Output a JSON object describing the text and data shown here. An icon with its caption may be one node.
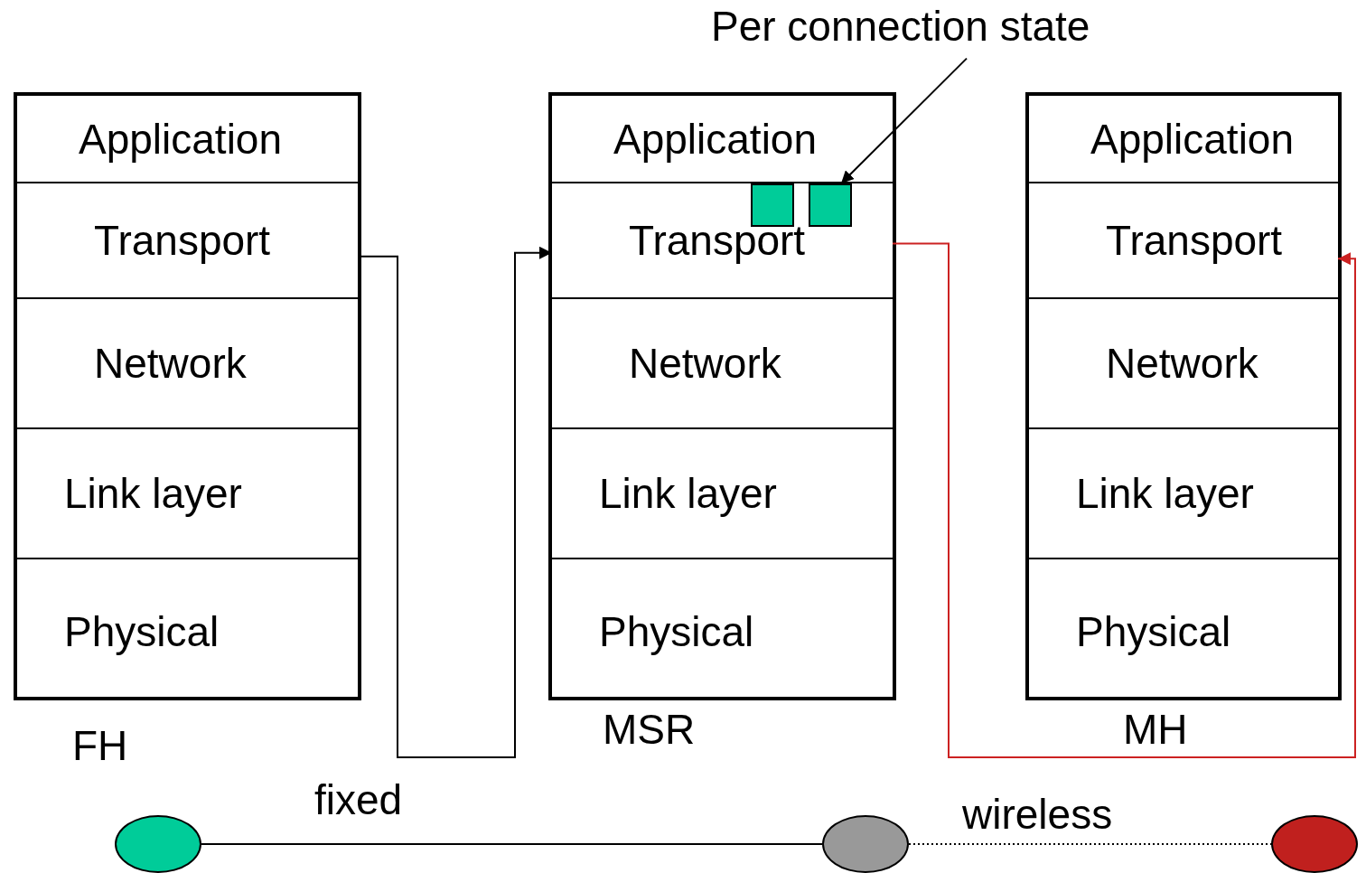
{
  "diagram": {
    "nodes": [
      {
        "text": [],
        "shape": "box",
        "beside": [
          "FH"
        ]
      },
      {
        "text": [
          "Application"
        ],
        "in": 0
      },
      {
        "text": [
          "Transport"
        ],
        "in": 0
      },
      {
        "text": [
          "Network"
        ],
        "in": 0
      },
      {
        "text": [
          "Link layer"
        ],
        "in": 0
      },
      {
        "text": [
          "Physical"
        ],
        "in": 0
      },
      {
        "text": [],
        "shape": "box",
        "beside": [
          "MSR"
        ]
      },
      {
        "text": [
          "Application"
        ],
        "in": 6
      },
      {
        "text": [
          "Transport"
        ],
        "in": 6
      },
      {
        "text": [
          "Network"
        ],
        "in": 6
      },
      {
        "text": [
          "Link layer"
        ],
        "in": 6
      },
      {
        "text": [
          "Physical"
        ],
        "in": 6
      },
      {
        "text": [],
        "shape": "box",
        "in": 8
      },
      {
        "text": [],
        "shape": "box",
        "in": 8
      },
      {
        "text": [],
        "shape": "box",
        "beside": [
          "MH"
        ]
      },
      {
        "text": [
          "Application"
        ],
        "in": 14
      },
      {
        "text": [
          "Transport"
        ],
        "in": 14
      },
      {
        "text": [
          "Network"
        ],
        "in": 14
      },
      {
        "text": [
          "Link layer"
        ],
        "in": 14
      },
      {
        "text": [
          "Physical"
        ],
        "in": 14
      },
      {
        "text": [
          "Per connection state"
        ]
      },
      {
        "text": [],
        "shape": "circle"
      },
      {
        "text": [],
        "shape": "circle"
      },
      {
        "text": [],
        "shape": "circle"
      }
    ],
    "edges": [
      {
        "from": 20,
        "to": 13,
        "arrow": "to"
      },
      {
        "from": 2,
        "to": 8,
        "arrow": "to"
      },
      {
        "from": 8,
        "to": 16,
        "arrow": "to",
        "color": "#cc2222"
      },
      {
        "from": 21,
        "to": 22,
        "arrow": "none",
        "label": "fixed"
      },
      {
        "from": 22,
        "to": 23,
        "arrow": "none",
        "label": "wireless",
        "style": "dashed"
      }
    ]
  }
}
